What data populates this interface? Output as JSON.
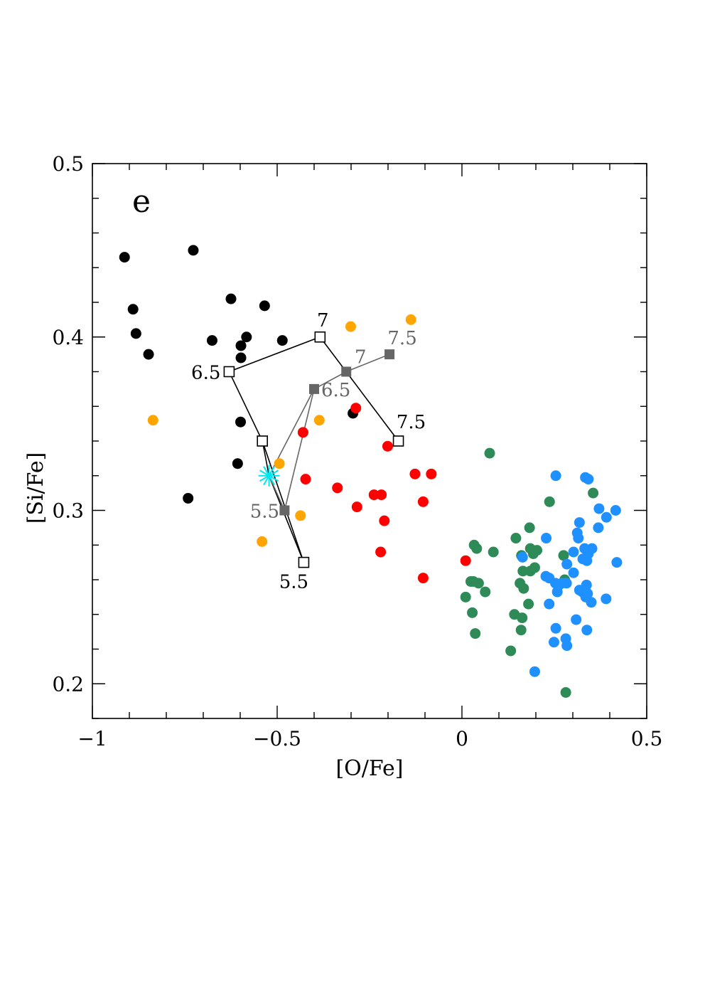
{
  "chart_data": {
    "type": "scatter",
    "panel_label": "e",
    "xlabel": "[O/Fe]",
    "ylabel": "[Si/Fe]",
    "xlim": [
      -1.0,
      0.5
    ],
    "ylim": [
      0.18,
      0.5
    ],
    "xticks": [
      -1,
      -0.5,
      0,
      0.5
    ],
    "xtick_labels": [
      "−1",
      "−0.5",
      "0",
      "0.5"
    ],
    "yticks": [
      0.2,
      0.3,
      0.4,
      0.5
    ],
    "ytick_labels": [
      "0.2",
      "0.3",
      "0.4",
      "0.5"
    ],
    "grid": false,
    "series": [
      {
        "color": "#000000",
        "marker": "filled-circle",
        "points": [
          [
            -0.913,
            0.446
          ],
          [
            -0.727,
            0.45
          ],
          [
            -0.89,
            0.416
          ],
          [
            -0.882,
            0.402
          ],
          [
            -0.848,
            0.39
          ],
          [
            -0.625,
            0.422
          ],
          [
            -0.534,
            0.418
          ],
          [
            -0.676,
            0.398
          ],
          [
            -0.583,
            0.4
          ],
          [
            -0.598,
            0.395
          ],
          [
            -0.598,
            0.388
          ],
          [
            -0.486,
            0.398
          ],
          [
            -0.599,
            0.351
          ],
          [
            -0.295,
            0.356
          ],
          [
            -0.607,
            0.327
          ],
          [
            -0.741,
            0.307
          ]
        ]
      },
      {
        "color": "#FFA500",
        "marker": "filled-circle",
        "points": [
          [
            -0.301,
            0.406
          ],
          [
            -0.138,
            0.41
          ],
          [
            -0.836,
            0.352
          ],
          [
            -0.386,
            0.352
          ],
          [
            -0.494,
            0.327
          ],
          [
            -0.437,
            0.297
          ],
          [
            -0.541,
            0.282
          ]
        ]
      },
      {
        "color": "#FF0000",
        "marker": "filled-circle",
        "points": [
          [
            -0.287,
            0.359
          ],
          [
            -0.43,
            0.345
          ],
          [
            -0.201,
            0.337
          ],
          [
            -0.423,
            0.318
          ],
          [
            -0.127,
            0.321
          ],
          [
            -0.083,
            0.321
          ],
          [
            -0.337,
            0.313
          ],
          [
            -0.238,
            0.309
          ],
          [
            -0.218,
            0.309
          ],
          [
            -0.284,
            0.302
          ],
          [
            -0.105,
            0.305
          ],
          [
            -0.21,
            0.294
          ],
          [
            -0.22,
            0.276
          ],
          [
            -0.105,
            0.261
          ],
          [
            0.01,
            0.271
          ]
        ]
      },
      {
        "color": "#2E8B57",
        "marker": "filled-circle",
        "points": [
          [
            0.075,
            0.333
          ],
          [
            0.355,
            0.31
          ],
          [
            0.237,
            0.305
          ],
          [
            0.183,
            0.29
          ],
          [
            0.146,
            0.284
          ],
          [
            0.033,
            0.28
          ],
          [
            0.04,
            0.278
          ],
          [
            0.085,
            0.276
          ],
          [
            0.203,
            0.277
          ],
          [
            0.185,
            0.278
          ],
          [
            0.193,
            0.275
          ],
          [
            0.161,
            0.274
          ],
          [
            0.275,
            0.274
          ],
          [
            0.197,
            0.267
          ],
          [
            0.185,
            0.265
          ],
          [
            0.165,
            0.265
          ],
          [
            0.278,
            0.26
          ],
          [
            0.024,
            0.259
          ],
          [
            0.031,
            0.259
          ],
          [
            0.045,
            0.258
          ],
          [
            0.157,
            0.258
          ],
          [
            0.167,
            0.255
          ],
          [
            0.063,
            0.253
          ],
          [
            0.01,
            0.25
          ],
          [
            0.18,
            0.246
          ],
          [
            0.028,
            0.241
          ],
          [
            0.142,
            0.24
          ],
          [
            0.163,
            0.238
          ],
          [
            0.16,
            0.231
          ],
          [
            0.036,
            0.229
          ],
          [
            0.132,
            0.219
          ],
          [
            0.281,
            0.195
          ]
        ]
      },
      {
        "color": "#1E90FF",
        "marker": "filled-circle",
        "points": [
          [
            0.254,
            0.32
          ],
          [
            0.334,
            0.319
          ],
          [
            0.342,
            0.318
          ],
          [
            0.371,
            0.301
          ],
          [
            0.416,
            0.3
          ],
          [
            0.391,
            0.296
          ],
          [
            0.318,
            0.293
          ],
          [
            0.369,
            0.29
          ],
          [
            0.312,
            0.287
          ],
          [
            0.315,
            0.284
          ],
          [
            0.228,
            0.284
          ],
          [
            0.332,
            0.278
          ],
          [
            0.352,
            0.278
          ],
          [
            0.302,
            0.276
          ],
          [
            0.342,
            0.275
          ],
          [
            0.164,
            0.273
          ],
          [
            0.327,
            0.272
          ],
          [
            0.338,
            0.271
          ],
          [
            0.419,
            0.27
          ],
          [
            0.284,
            0.269
          ],
          [
            0.302,
            0.264
          ],
          [
            0.227,
            0.262
          ],
          [
            0.236,
            0.261
          ],
          [
            0.253,
            0.258
          ],
          [
            0.271,
            0.258
          ],
          [
            0.283,
            0.258
          ],
          [
            0.263,
            0.257
          ],
          [
            0.337,
            0.257
          ],
          [
            0.318,
            0.254
          ],
          [
            0.326,
            0.253
          ],
          [
            0.34,
            0.252
          ],
          [
            0.258,
            0.253
          ],
          [
            0.335,
            0.25
          ],
          [
            0.39,
            0.249
          ],
          [
            0.35,
            0.247
          ],
          [
            0.236,
            0.246
          ],
          [
            0.309,
            0.237
          ],
          [
            0.254,
            0.232
          ],
          [
            0.338,
            0.231
          ],
          [
            0.281,
            0.226
          ],
          [
            0.249,
            0.224
          ],
          [
            0.284,
            0.222
          ],
          [
            0.197,
            0.207
          ]
        ]
      }
    ],
    "tracks": [
      {
        "color": "#000000",
        "marker": "open-square",
        "points": [
          {
            "x": -0.428,
            "y": 0.27,
            "label": "5.5"
          },
          {
            "x": -0.54,
            "y": 0.34,
            "label": ""
          },
          {
            "x": -0.63,
            "y": 0.38,
            "label": "6.5"
          },
          {
            "x": -0.384,
            "y": 0.4,
            "label": "7"
          },
          {
            "x": -0.172,
            "y": 0.34,
            "label": "7.5"
          }
        ]
      },
      {
        "color": "#666666",
        "marker": "filled-square",
        "points": [
          {
            "x": -0.48,
            "y": 0.3,
            "label": "5.5"
          },
          {
            "x": -0.4,
            "y": 0.37,
            "label": "6.5"
          },
          {
            "x": -0.313,
            "y": 0.38,
            "label": "7"
          },
          {
            "x": -0.196,
            "y": 0.39,
            "label": "7.5"
          }
        ]
      }
    ],
    "connectors": [
      {
        "color": "#000000",
        "from": [
          -0.522,
          0.32
        ],
        "to": [
          -0.54,
          0.34
        ]
      },
      {
        "color": "#000000",
        "from": [
          -0.522,
          0.32
        ],
        "to": [
          -0.428,
          0.27
        ]
      },
      {
        "color": "#666666",
        "from": [
          -0.522,
          0.32
        ],
        "to": [
          -0.4,
          0.37
        ]
      },
      {
        "color": "#666666",
        "from": [
          -0.522,
          0.32
        ],
        "to": [
          -0.48,
          0.3
        ]
      }
    ],
    "star": {
      "x": -0.522,
      "y": 0.32,
      "color": "#00E5EE"
    }
  }
}
